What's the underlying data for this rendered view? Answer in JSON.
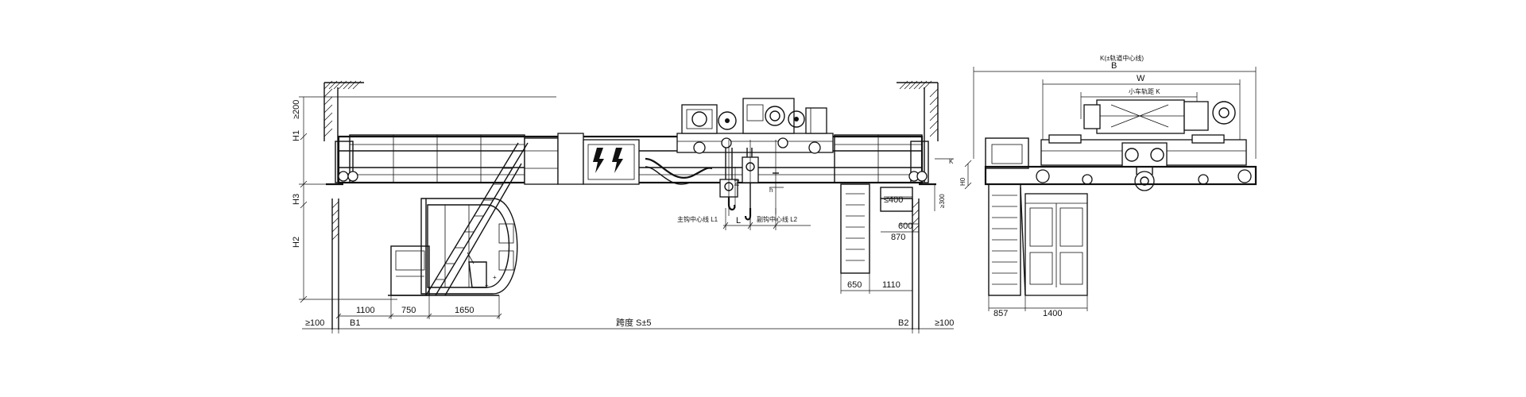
{
  "labels": {
    "h1": "H1",
    "h1_min": "≥200",
    "h3": "H3",
    "h2": "H2",
    "h0": "H0",
    "h1_small": "h1",
    "h_small": "h",
    "k_small": "K",
    "min300": "≥300",
    "top_note": "K(±轨道中心线)",
    "B": "B",
    "W": "W",
    "trolley_gauge": "小车轨距 K",
    "main_hook_line": "主钩中心线 L1",
    "L": "L",
    "aux_hook_line": "副钩中心线 L2",
    "span": "跨度 S±5",
    "B1": "B1",
    "B2": "B2",
    "left_min100": "≥100",
    "right_min100": "≥100"
  },
  "dims": {
    "d1100": "1100",
    "d750": "750",
    "d1650": "1650",
    "d650": "650",
    "d1110": "1110",
    "d400": "≤400",
    "d600": "600",
    "d870": "870",
    "d857": "857",
    "d1400": "1400"
  }
}
